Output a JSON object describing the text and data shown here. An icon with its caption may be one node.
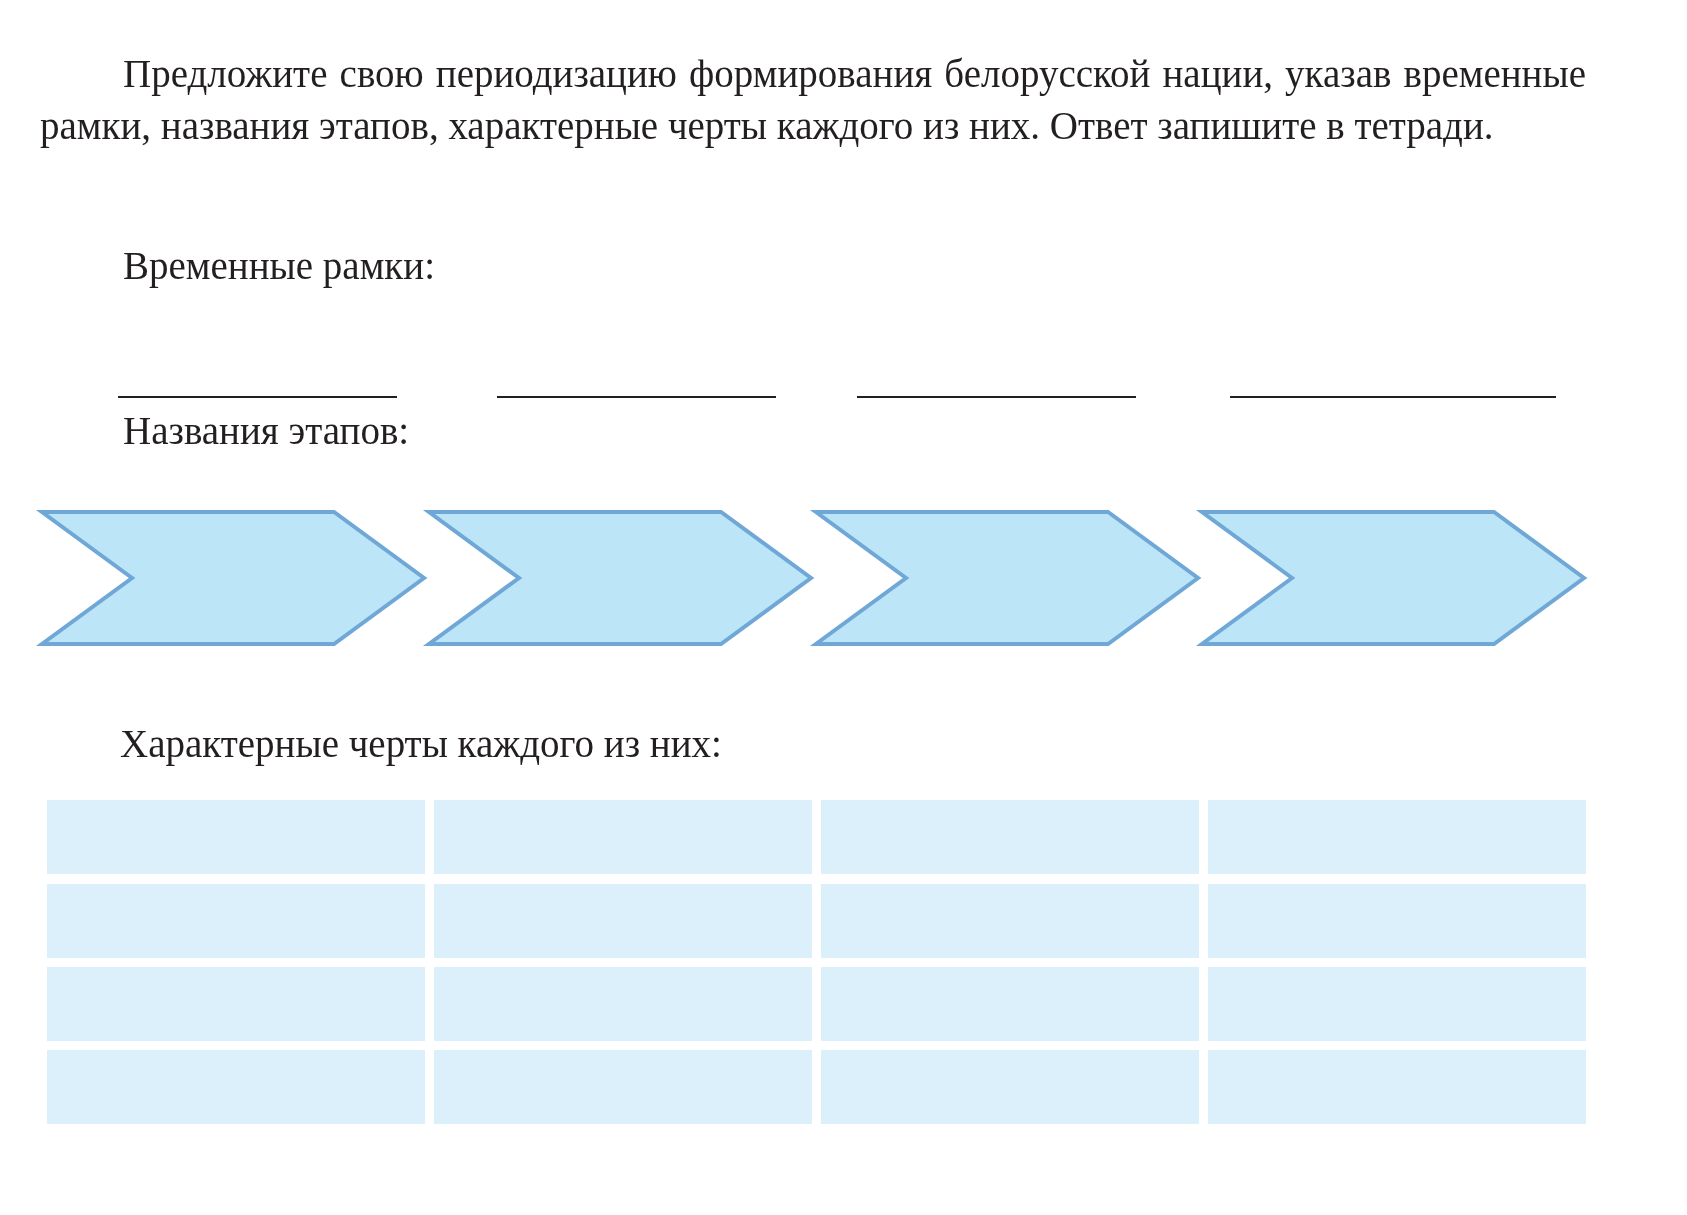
{
  "diagram": {
    "nodes": [
      {
        "text": [],
        "shape": "chevron"
      },
      {
        "text": [],
        "shape": "chevron"
      },
      {
        "text": [],
        "shape": "chevron"
      },
      {
        "text": [],
        "shape": "chevron"
      }
    ],
    "labels": [
      "Предложите свою периодизацию формирования белорусской нации, указав временные рамки, названия этапов, характерные черты каждого из них. Ответ запишите в тетради.",
      "Временные рамки:",
      "Названия этапов:",
      "Характерные черты каждого из них:"
    ]
  }
}
